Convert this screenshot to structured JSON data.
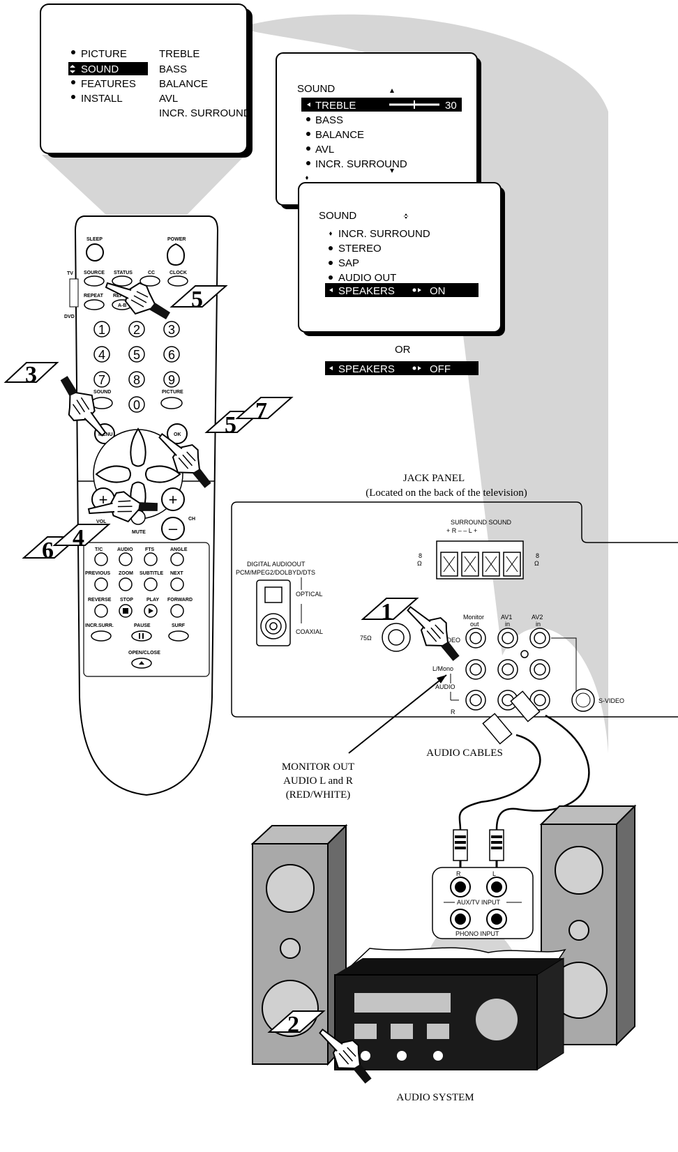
{
  "main_menu": {
    "items": [
      "PICTURE",
      "SOUND",
      "FEATURES",
      "INSTALL"
    ],
    "selected": "SOUND",
    "submenu": [
      "TREBLE",
      "BASS",
      "BALANCE",
      "AVL",
      "INCR. SURROUND"
    ]
  },
  "sound_menu_1": {
    "title": "SOUND",
    "items": [
      "TREBLE",
      "BASS",
      "BALANCE",
      "AVL",
      "INCR. SURROUND"
    ],
    "selected": "TREBLE",
    "treble_value": "30",
    "treble_level": 0.5
  },
  "sound_menu_2": {
    "title": "SOUND",
    "items": [
      "INCR. SURROUND",
      "STEREO",
      "SAP",
      "AUDIO OUT"
    ],
    "speakers_label": "SPEAKERS",
    "speakers_on": "ON"
  },
  "or_label": "OR",
  "speakers_off": {
    "label": "SPEAKERS",
    "value": "OFF"
  },
  "remote": {
    "sleep": "SLEEP",
    "power": "POWER",
    "tv": "TV",
    "dvd": "DVD",
    "source": "SOURCE",
    "status": "STATUS",
    "cc": "CC",
    "clock": "CLOCK",
    "repeat": "REPEAT",
    "repeat_ab": "REPEAT",
    "ab": "A-B",
    "digits": [
      "1",
      "2",
      "3",
      "4",
      "5",
      "6",
      "7",
      "8",
      "9",
      "0"
    ],
    "sound": "SOUND",
    "picture": "PICTURE",
    "menu": "MENU",
    "ok": "OK",
    "vol": "VOL",
    "ch": "CH",
    "mute": "MUTE",
    "row1": [
      "T/C",
      "AUDIO",
      "FTS",
      "ANGLE"
    ],
    "row2": [
      "PREVIOUS",
      "ZOOM",
      "SUBTITLE",
      "NEXT"
    ],
    "row3": [
      "REVERSE",
      "STOP",
      "PLAY",
      "FORWARD"
    ],
    "row4": [
      "INCR.SURR.",
      "PAUSE",
      "SURF"
    ],
    "open_close": "OPEN/CLOSE"
  },
  "steps": {
    "s1": "1",
    "s2": "2",
    "s3": "3",
    "s4": "4",
    "s5a": "5",
    "s5b": "5",
    "s6": "6",
    "s7": "7"
  },
  "jack_panel": {
    "title": "JACK PANEL",
    "subtitle": "(Located on the back of the television)",
    "surround_sound": "SURROUND SOUND",
    "surround_polarity": "+  R  –      –  L  +",
    "ohms": "8",
    "ohm_symbol": "Ω",
    "digital_audio_out": "DIGITAL AUDIOOUT",
    "formats": "PCM/MPEG2/DOLBYD/DTS",
    "optical": "OPTICAL",
    "coaxial": "COAXIAL",
    "antenna": "75Ω",
    "video": "VIDEO",
    "monitor_out_1": "Monitor",
    "monitor_out_2": "out",
    "av1_1": "AV1",
    "av1_2": "in",
    "av2_1": "AV2",
    "av2_2": "in",
    "l_mono": "L/Mono",
    "audio": "AUDIO",
    "r": "R",
    "s_video": "S-VIDEO"
  },
  "callouts": {
    "monitor_out_l1": "MONITOR OUT",
    "monitor_out_l2": "AUDIO L and R",
    "monitor_out_l3": "(RED/WHITE)",
    "audio_cables": "AUDIO CABLES"
  },
  "stereo": {
    "r_label": "R",
    "l_label": "L",
    "aux_tv_input": "AUX/TV INPUT",
    "phono_input": "PHONO INPUT",
    "audio_system": "AUDIO SYSTEM"
  }
}
